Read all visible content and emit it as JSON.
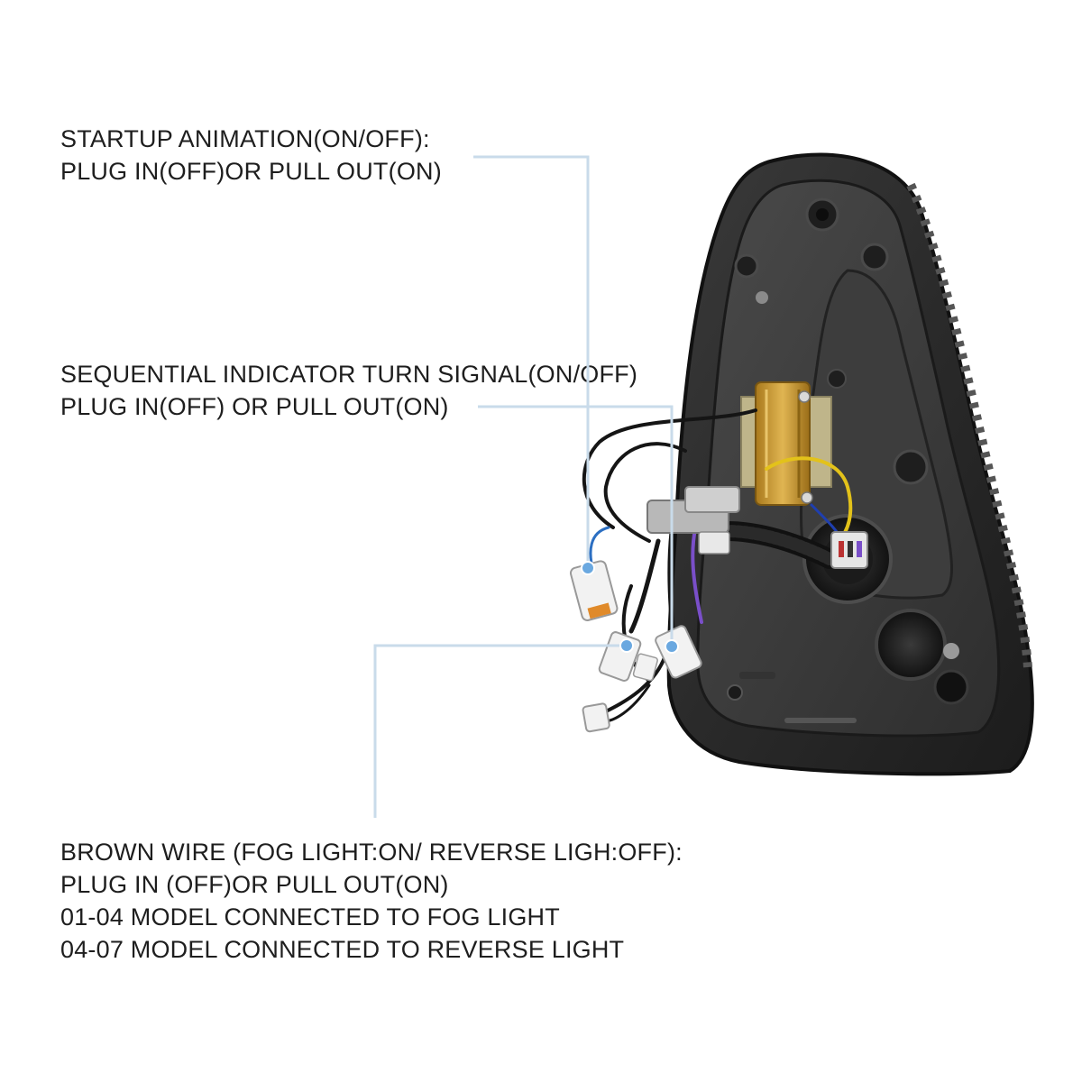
{
  "labels": {
    "startup": {
      "line1": "STARTUP ANIMATION(ON/OFF):",
      "line2": "PLUG IN(OFF)OR PULL OUT(ON)"
    },
    "sequential": {
      "line1": "SEQUENTIAL INDICATOR TURN SIGNAL(ON/OFF)",
      "line2": "PLUG IN(OFF) OR PULL OUT(ON)"
    },
    "brown_wire": {
      "line1": "BROWN WIRE (FOG LIGHT:ON/ REVERSE LIGH:OFF):",
      "line2": "PLUG IN (OFF)OR PULL OUT(ON)",
      "line3": "01-04 MODEL CONNECTED TO FOG LIGHT",
      "line4": "04-07 MODEL CONNECTED TO REVERSE LIGHT"
    }
  },
  "colors": {
    "callout_line": "#c9dbea",
    "callout_dot": "#6aa8e0",
    "text": "#1e1e1e",
    "housing": "#2b2b2b",
    "resistor": "#c99a2e"
  },
  "icons": {
    "tail_light": "tail-light-housing-icon",
    "resistor": "load-resistor-icon"
  }
}
